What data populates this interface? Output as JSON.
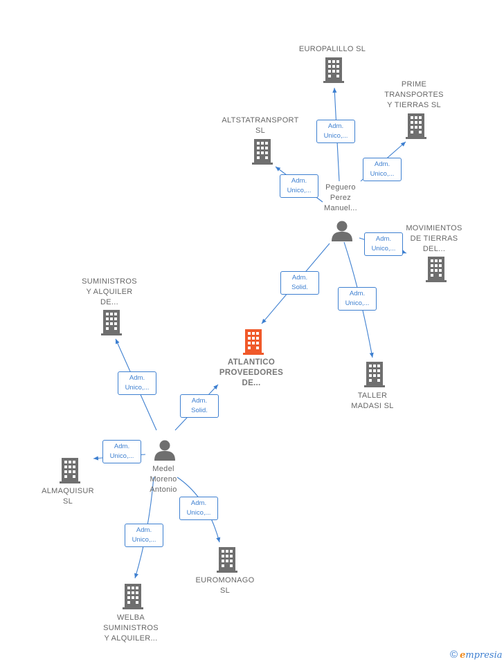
{
  "colors": {
    "company": "#6f6f6f",
    "main_company": "#f0592a",
    "person": "#6f6f6f",
    "edge": "#3d7fd0"
  },
  "main_company": {
    "lines": [
      "ATLANTICO",
      "PROVEEDORES",
      "DE..."
    ],
    "icon": "building-icon"
  },
  "persons": [
    {
      "id": "peguero",
      "lines": [
        "Peguero",
        "Perez",
        "Manuel..."
      ],
      "icon": "person-icon"
    },
    {
      "id": "medel",
      "lines": [
        "Medel",
        "Moreno",
        "Antonio"
      ],
      "icon": "person-icon"
    }
  ],
  "companies": [
    {
      "id": "europalillo",
      "lines": [
        "EUROPALILLO SL"
      ]
    },
    {
      "id": "prime",
      "lines": [
        "PRIME",
        "TRANSPORTES",
        "Y TIERRAS  SL"
      ]
    },
    {
      "id": "altstatransport",
      "lines": [
        "ALTSTATRANSPORT",
        "SL"
      ]
    },
    {
      "id": "movimientos",
      "lines": [
        "MOVIMIENTOS",
        "DE TIERRAS",
        "DEL..."
      ]
    },
    {
      "id": "taller",
      "lines": [
        "TALLER",
        "MADASI  SL"
      ]
    },
    {
      "id": "suministros",
      "lines": [
        "SUMINISTROS",
        "Y ALQUILER",
        "DE..."
      ]
    },
    {
      "id": "almaquisur",
      "lines": [
        "ALMAQUISUR",
        "SL"
      ]
    },
    {
      "id": "euromonago",
      "lines": [
        "EUROMONAGO",
        "SL"
      ]
    },
    {
      "id": "welba",
      "lines": [
        "WELBA",
        "SUMINISTROS",
        "Y ALQUILER..."
      ]
    }
  ],
  "edges": [
    {
      "from": "peguero",
      "to": "europalillo",
      "lines": [
        "Adm.",
        "Unico,..."
      ]
    },
    {
      "from": "peguero",
      "to": "prime",
      "lines": [
        "Adm.",
        "Unico,..."
      ]
    },
    {
      "from": "peguero",
      "to": "altstatransport",
      "lines": [
        "Adm.",
        "Unico,..."
      ]
    },
    {
      "from": "peguero",
      "to": "movimientos",
      "lines": [
        "Adm.",
        "Unico,..."
      ]
    },
    {
      "from": "peguero",
      "to": "taller",
      "lines": [
        "Adm.",
        "Unico,..."
      ]
    },
    {
      "from": "peguero",
      "to": "main",
      "lines": [
        "Adm.",
        "Solid."
      ]
    },
    {
      "from": "medel",
      "to": "main",
      "lines": [
        "Adm.",
        "Solid."
      ]
    },
    {
      "from": "medel",
      "to": "suministros",
      "lines": [
        "Adm.",
        "Unico,..."
      ]
    },
    {
      "from": "medel",
      "to": "almaquisur",
      "lines": [
        "Adm.",
        "Unico,..."
      ]
    },
    {
      "from": "medel",
      "to": "euromonago",
      "lines": [
        "Adm.",
        "Unico,..."
      ]
    },
    {
      "from": "medel",
      "to": "welba",
      "lines": [
        "Adm.",
        "Unico,..."
      ]
    }
  ],
  "brand": {
    "copyright": "©",
    "initial": "e",
    "rest": "mpresia"
  }
}
